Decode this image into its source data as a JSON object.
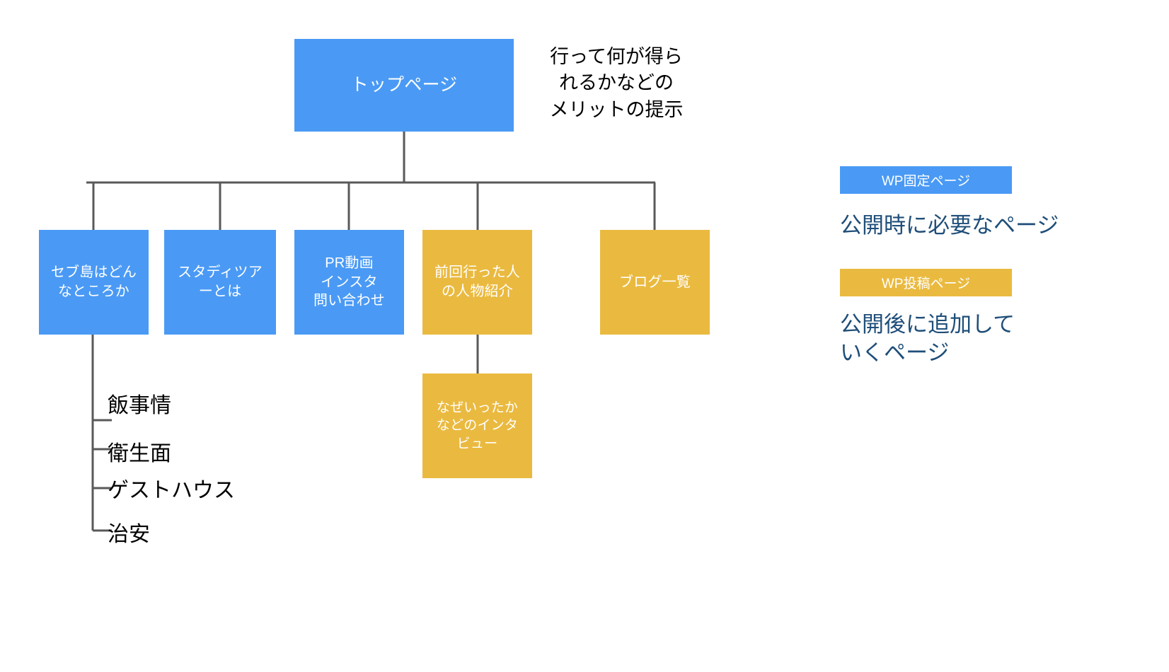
{
  "diagram": {
    "title_node": {
      "label": "トップページ",
      "type": "WP固定ページ",
      "color": "#4a9af5"
    },
    "top_annotation": "行って何が得ら\nれるかなどの\nメリットの提示",
    "level2": [
      {
        "label": "セブ島はどん\nなところか",
        "color": "#4a9af5"
      },
      {
        "label": "スタディツア\nーとは",
        "color": "#4a9af5"
      },
      {
        "label": "PR動画\nインスタ\n問い合わせ",
        "color": "#4a9af5"
      },
      {
        "label": "前回行った人\nの人物紹介",
        "color": "#eaba40"
      },
      {
        "label": "ブログ一覧",
        "color": "#eaba40"
      }
    ],
    "level3": [
      {
        "label": "なぜいったか\nなどのインタ\nビュー",
        "color": "#eaba40"
      }
    ],
    "leaf_items": [
      {
        "label": "飯事情"
      },
      {
        "label": "衛生面"
      },
      {
        "label": "ゲストハウス"
      },
      {
        "label": "治安"
      }
    ]
  },
  "legend": {
    "items": [
      {
        "chip": "WP固定ページ",
        "chip_color": "#4a9af5",
        "description": "公開時に必要なページ"
      },
      {
        "chip": "WP投稿ページ",
        "chip_color": "#eaba40",
        "description": "公開後に追加して\nいくページ"
      }
    ],
    "text_color": "#1f4e79"
  },
  "style": {
    "connector_color": "#595959",
    "background": "#ffffff"
  }
}
